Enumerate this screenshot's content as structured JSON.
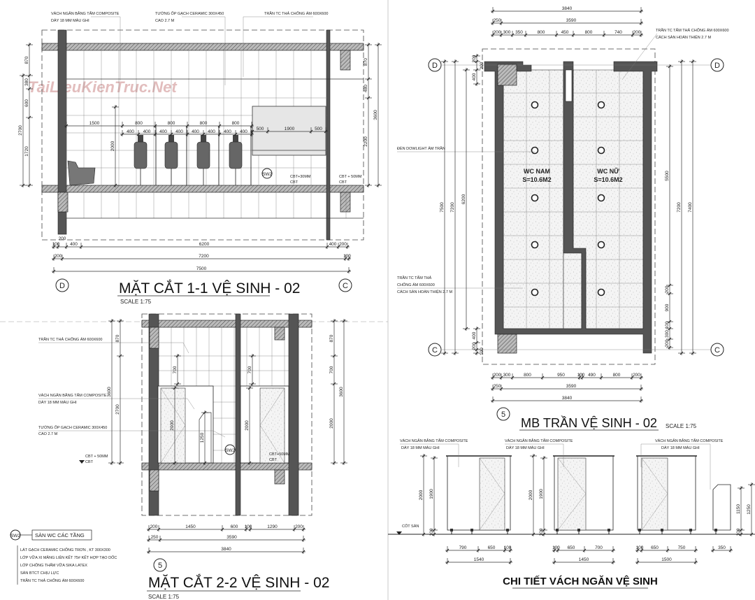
{
  "watermark": "TaiLieuKienTruc.Net",
  "section_1_1": {
    "title": "MẶT CẮT 1-1 VỆ SINH - 02",
    "scale": "SCALE 1:75",
    "grid_left": "D",
    "grid_right": "C",
    "notes": [
      {
        "l1": "VÁCH NGĂN BẰNG TẤM COMPOSITE",
        "l2": "DÀY 18 MM MÀU GHI"
      },
      {
        "l1": "TƯỜNG ỐP GẠCH CERAMIC 300X450",
        "l2": "CAO 2.7 M"
      },
      {
        "l1": "TRẦN TC THẢ CHỐNG ẨM 600X600",
        "l2": ""
      }
    ],
    "tag": "SW2",
    "level_1": "CBT+30MM",
    "level_2": "CBT + 50MM",
    "level_base": "CBT",
    "dims_bottom_1": [
      "100",
      "200",
      "400",
      "6200",
      "400",
      "200"
    ],
    "dims_bottom_2": [
      "200",
      "7200",
      "100"
    ],
    "dims_bottom_3": [
      "7500"
    ],
    "dims_left_1": [
      "870",
      "380",
      "600",
      "1720"
    ],
    "dims_left_2": [
      "2700"
    ],
    "dims_right_1": [
      "870",
      "480",
      "2200"
    ],
    "dims_right_2": [
      "3600"
    ],
    "dims_inner_1": [
      "1500",
      "800",
      "800",
      "800",
      "800"
    ],
    "dims_inner_2": [
      "400",
      "400",
      "400",
      "400",
      "400",
      "400",
      "400",
      "400"
    ],
    "dims_mirror": [
      "500",
      "1900",
      "500"
    ],
    "dims_height": [
      "2000"
    ]
  },
  "section_2_2": {
    "title": "MẶT CẮT 2-2 VỆ SINH - 02",
    "scale": "SCALE 1:75",
    "grid": "5",
    "notes": [
      {
        "l1": "TRẦN TC THẢ CHỐNG ẨM 600X600",
        "l2": ""
      },
      {
        "l1": "VÁCH NGĂN BẰNG TẤM COMPOSITE",
        "l2": "DÀY 18 MM MÀU GHI"
      },
      {
        "l1": "TƯỜNG ỐP GẠCH CERAMIC 300X450",
        "l2": "CAO 2.7 M"
      }
    ],
    "tag": "SW2",
    "level_1": "CBT + 50MM",
    "level_base": "CBT",
    "level_2": "CBT+50MM",
    "dims_bottom_1": [
      "200",
      "1450",
      "600",
      "100",
      "1290",
      "200"
    ],
    "dims_bottom_2": [
      "250",
      "3590"
    ],
    "dims_bottom_3": [
      "3840"
    ],
    "dims_left_1": [
      "870",
      "2700"
    ],
    "dims_left_2": [
      "3600"
    ],
    "dims_right_1": [
      "870",
      "700",
      "2000"
    ],
    "dims_right_2": [
      "3600"
    ],
    "dims_inner_a": [
      "700"
    ],
    "dims_inner_b": [
      "2000"
    ],
    "dims_inner_c": [
      "1250"
    ],
    "dims_inner_d": [
      "700"
    ],
    "dims_inner_e": [
      "2000"
    ]
  },
  "legend": {
    "tag": "SW2",
    "title": "SÀN WC CÁC TẦNG",
    "items": [
      "LÁT GẠCH CERAMIC CHỐNG TRƠN , KT 300X300",
      "LỚP VỮA XI MĂNG LIÊN KẾT 75# KẾT HỢP TẠO DỐC",
      "LỚP CHỐNG THẤM VỮA SIKA LATEX",
      "SÀN BTCT CHỊU LỰC",
      "TRẦN TC THẢ CHỐNG ẨM 600X600"
    ]
  },
  "ceiling_plan": {
    "title": "MB TRẦN VỆ SINH - 02",
    "scale": "SCALE 1:75",
    "grid_top": "D",
    "grid_bottom": "C",
    "grid_axis": "5",
    "room_1": {
      "name": "WC NAM",
      "area": "S=10.6M2"
    },
    "room_2": {
      "name": "WC NỮ",
      "area": "S=10.6M2"
    },
    "note_top": {
      "l1": "TRẦN TC TẤM THẢ CHỐNG ẨM 600X600",
      "l2": "CÁCH SÀN HOÀN THIỆN 2.7 M"
    },
    "note_light": "ĐÈN DOWLIGHT ÂM TRẦN",
    "note_ceiling": {
      "l1": "TRẦN TC TẤM THẢ",
      "l2": "CHỐNG ẨM 600X600",
      "l3": "CÁCH SÀN HOÀN THIỆN 2.7 M"
    },
    "dims_top_1": [
      "3840"
    ],
    "dims_top_2": [
      "250",
      "3590"
    ],
    "dims_top_3": [
      "200",
      "300",
      "350",
      "800",
      "450",
      "800",
      "740",
      "200"
    ],
    "dims_bottom_1": [
      "200",
      "300",
      "800",
      "950",
      "100",
      "490",
      "800",
      "200"
    ],
    "dims_bottom_2": [
      "250",
      "3590"
    ],
    "dims_bottom_3": [
      "3840"
    ],
    "dims_left_a": [
      "7500"
    ],
    "dims_left_b": [
      "7200"
    ],
    "dims_left_c": [
      "6200"
    ],
    "dims_left_top": [
      "200",
      "200",
      "400"
    ],
    "dims_left_bot": [
      "400",
      "200",
      "100"
    ],
    "dims_right_a": [
      "5500",
      "200",
      "900",
      "100",
      "300",
      "200"
    ],
    "dims_right_b": [
      "7200"
    ],
    "dims_right_c": [
      "7400"
    ]
  },
  "partition_detail": {
    "title": "CHI TIẾT VÁCH NGĂN VỆ SINH",
    "note": {
      "l1": "VÁCH NGĂN BẰNG TẤM COMPOSITE",
      "l2": "DÀY 18 MM MÀU GHI"
    },
    "floor_label": "CỐT SÀN",
    "p1_dims_1": [
      "790",
      "650",
      "100"
    ],
    "p1_dims_2": [
      "1540"
    ],
    "p2_dims_1": [
      "100",
      "650",
      "700"
    ],
    "p2_dims_2": [
      "1450"
    ],
    "p3_dims_1": [
      "100",
      "650",
      "750"
    ],
    "p3_dims_2": [
      "1500"
    ],
    "p4_dims_1": [
      "350"
    ],
    "h_total": [
      "2000"
    ],
    "h_panel": [
      "1900",
      "100"
    ],
    "h_small_1": [
      "1150",
      "100"
    ],
    "h_small_2": [
      "1250"
    ]
  }
}
